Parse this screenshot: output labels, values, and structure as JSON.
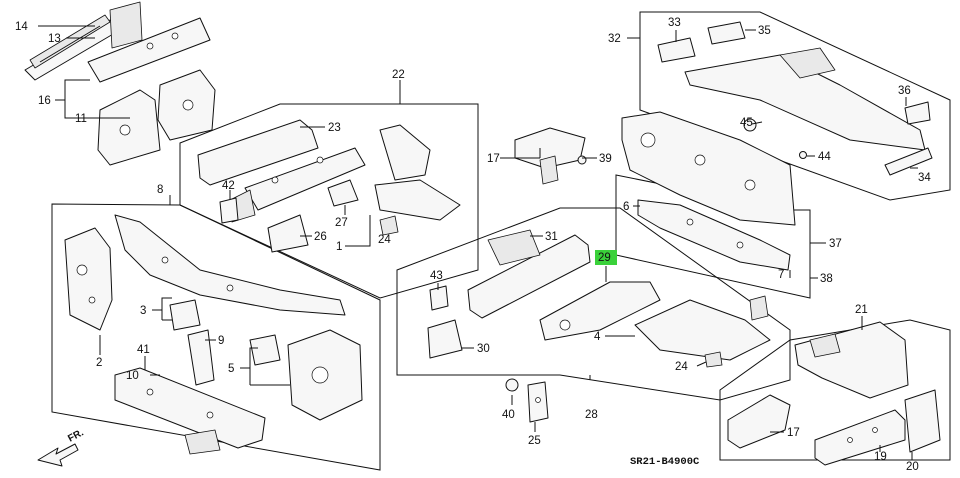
{
  "diagram": {
    "code": "SR21-B4900C",
    "direction_label": "FR.",
    "highlighted": "29",
    "callouts": [
      "1",
      "2",
      "3",
      "4",
      "5",
      "6",
      "7",
      "8",
      "9",
      "10",
      "11",
      "13",
      "14",
      "16",
      "17",
      "19",
      "20",
      "21",
      "22",
      "23",
      "24",
      "24",
      "25",
      "26",
      "27",
      "28",
      "29",
      "30",
      "31",
      "32",
      "33",
      "34",
      "35",
      "36",
      "37",
      "38",
      "39",
      "40",
      "41",
      "42",
      "43",
      "44",
      "45"
    ]
  }
}
